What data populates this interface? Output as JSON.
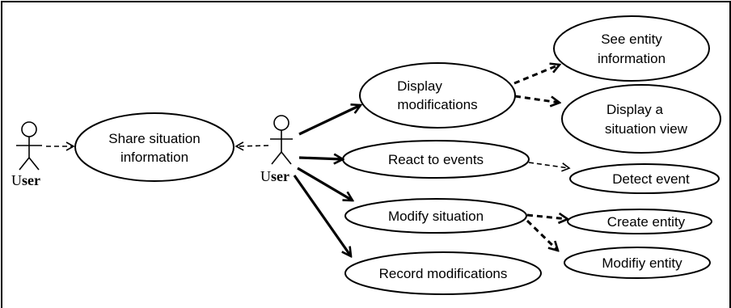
{
  "actors": {
    "left": {
      "prefix": "U",
      "bold": "ser"
    },
    "center": {
      "prefix": "U",
      "bold": "ser"
    }
  },
  "use_cases": {
    "share_situation_line1": "Share situation",
    "share_situation_line2": "information",
    "display_modifications_line1": "Display",
    "display_modifications_line2": "modifications",
    "see_entity_line1": "See entity",
    "see_entity_line2": "information",
    "display_situation_view_line1": "Display a",
    "display_situation_view_line2": "situation view",
    "react_to_events": "React to events",
    "detect_event": "Detect event",
    "modify_situation": "Modify situation",
    "create_entity": "Create entity",
    "modify_entity": "Modifiy entity",
    "record_modifications": "Record modifications"
  }
}
